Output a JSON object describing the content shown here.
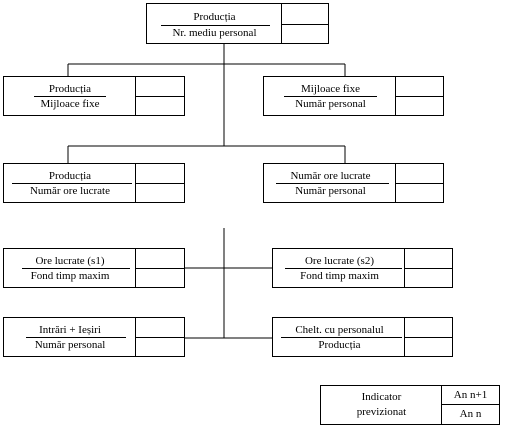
{
  "nodes": {
    "root": {
      "num": "Producția",
      "den": "Nr. mediu personal"
    },
    "l1_left": {
      "num": "Producția",
      "den": "Mijloace fixe"
    },
    "l1_right": {
      "num": "Mijloace  fixe",
      "den": "Număr personal"
    },
    "l2_left": {
      "num": "Producția",
      "den": "Număr ore lucrate"
    },
    "l2_right": {
      "num": "Număr ore lucrate",
      "den": "Număr personal"
    },
    "l3_left": {
      "num": "Ore lucrate (s1)",
      "den": "Fond timp maxim"
    },
    "l3_right": {
      "num": "Ore lucrate (s2)",
      "den": "Fond timp maxim"
    },
    "l4_left": {
      "num": "Intrări + Ieșiri",
      "den": "Număr personal"
    },
    "l4_right": {
      "num": "Chelt. cu personalul",
      "den": "Producția"
    }
  },
  "legend": {
    "label_line1": "Indicator",
    "label_line2": "previzionat",
    "cell_top": "An n+1",
    "cell_bottom": "An n"
  }
}
